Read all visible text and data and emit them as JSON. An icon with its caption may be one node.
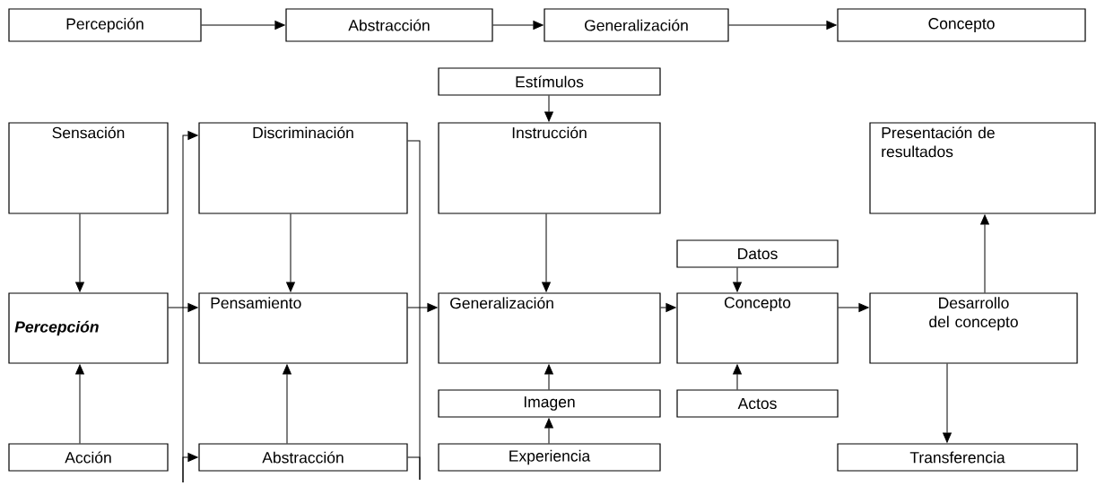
{
  "diagram": {
    "nodes": [
      {
        "text": [
          "Percepción"
        ]
      },
      {
        "text": [
          "Abstracción"
        ]
      },
      {
        "text": [
          "Generalización"
        ]
      },
      {
        "text": [
          "Concepto"
        ]
      },
      {
        "text": [
          "Estímulos"
        ]
      },
      {
        "text": [
          "Sensación"
        ]
      },
      {
        "text": [
          "Discriminación"
        ]
      },
      {
        "text": [
          "Instrucción"
        ]
      },
      {
        "text": [
          "Presentación de resultados"
        ]
      },
      {
        "text": [
          "Datos"
        ]
      },
      {
        "text": [
          "Percepción"
        ]
      },
      {
        "text": [
          "Pensamiento"
        ]
      },
      {
        "text": [
          "Generalización"
        ]
      },
      {
        "text": [
          "Concepto"
        ]
      },
      {
        "text": [
          "Desarrollo del concepto"
        ]
      },
      {
        "text": [
          "Imagen"
        ]
      },
      {
        "text": [
          "Actos"
        ]
      },
      {
        "text": [
          "Acción"
        ]
      },
      {
        "text": [
          "Abstracción"
        ]
      },
      {
        "text": [
          "Experiencia"
        ]
      },
      {
        "text": [
          "Transferencia"
        ]
      }
    ],
    "edges": [
      {
        "from": 0,
        "to": 1,
        "arrow": "to"
      },
      {
        "from": 1,
        "to": 2,
        "arrow": "to"
      },
      {
        "from": 2,
        "to": 3,
        "arrow": "to"
      },
      {
        "from": 4,
        "to": 7,
        "arrow": "to"
      },
      {
        "from": null,
        "to": 6,
        "arrow": "to"
      },
      {
        "from": null,
        "to": 18,
        "arrow": "to"
      },
      {
        "from": 6,
        "to": null,
        "arrow": "none"
      },
      {
        "from": 18,
        "to": null,
        "arrow": "none"
      },
      {
        "from": 5,
        "to": 10,
        "arrow": "to"
      },
      {
        "from": 6,
        "to": 11,
        "arrow": "to"
      },
      {
        "from": 7,
        "to": 12,
        "arrow": "to"
      },
      {
        "from": 9,
        "to": 13,
        "arrow": "to"
      },
      {
        "from": 10,
        "to": 11,
        "arrow": "to"
      },
      {
        "from": 11,
        "to": 12,
        "arrow": "to"
      },
      {
        "from": 12,
        "to": 13,
        "arrow": "to"
      },
      {
        "from": 13,
        "to": 14,
        "arrow": "to"
      },
      {
        "from": 14,
        "to": 8,
        "arrow": "to"
      },
      {
        "from": 14,
        "to": 20,
        "arrow": "to"
      },
      {
        "from": 15,
        "to": 12,
        "arrow": "to"
      },
      {
        "from": 19,
        "to": 15,
        "arrow": "to"
      },
      {
        "from": 16,
        "to": 13,
        "arrow": "to"
      },
      {
        "from": 17,
        "to": 10,
        "arrow": "to"
      },
      {
        "from": 18,
        "to": 11,
        "arrow": "to"
      }
    ]
  }
}
